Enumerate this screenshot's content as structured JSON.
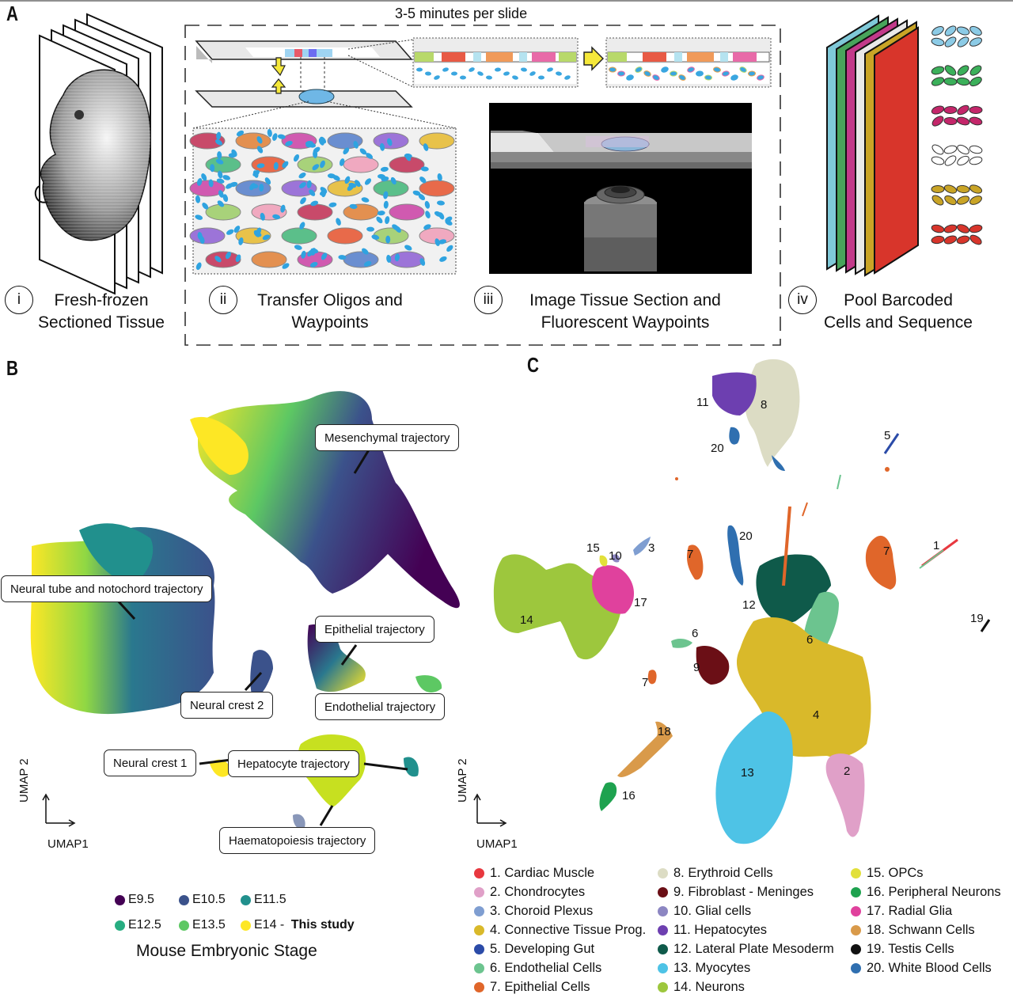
{
  "panels": {
    "a": "A",
    "b": "B",
    "c": "C"
  },
  "panel_a": {
    "header": "3-5 minutes per slide",
    "steps": [
      {
        "num": "i",
        "line1": "Fresh-frozen",
        "line2": "Sectioned Tissue"
      },
      {
        "num": "ii",
        "line1": "Transfer Oligos and",
        "line2": "Waypoints"
      },
      {
        "num": "iii",
        "line1": "Image Tissue Section and",
        "line2": "Fluorescent Waypoints"
      },
      {
        "num": "iv",
        "line1": "Pool Barcoded",
        "line2": "Cells and Sequence"
      }
    ]
  },
  "panel_b": {
    "callouts": [
      "Mesenchymal trajectory",
      "Neural tube and notochord trajectory",
      "Epithelial trajectory",
      "Neural crest 2",
      "Endothelial trajectory",
      "Neural crest 1",
      "Hepatocyte trajectory",
      "Haematopoiesis trajectory"
    ],
    "axis_y": "UMAP 2",
    "axis_x": "UMAP1",
    "legend": [
      {
        "label": "E9.5",
        "color": "#440154"
      },
      {
        "label": "E10.5",
        "color": "#3b528b"
      },
      {
        "label": "E11.5",
        "color": "#21908d"
      },
      {
        "label": "E12.5",
        "color": "#27ad81"
      },
      {
        "label": "E13.5",
        "color": "#5dc863"
      },
      {
        "label": "E14 - ",
        "bold": "This study",
        "color": "#fde725"
      }
    ],
    "legend_title": "Mouse Embryonic Stage"
  },
  "panel_c": {
    "axis_y": "UMAP 2",
    "axis_x": "UMAP1",
    "cluster_labels": [
      "1",
      "2",
      "3",
      "4",
      "5",
      "6",
      "6",
      "7",
      "7",
      "7",
      "8",
      "9",
      "10",
      "11",
      "12",
      "13",
      "14",
      "15",
      "16",
      "17",
      "18",
      "19",
      "20",
      "20"
    ],
    "legend": [
      {
        "label": "1. Cardiac Muscle",
        "color": "#e8383f"
      },
      {
        "label": "2. Chondrocytes",
        "color": "#e0a0c8"
      },
      {
        "label": "3. Choroid Plexus",
        "color": "#7f9ed1"
      },
      {
        "label": "4. Connective Tissue Prog.",
        "color": "#d9b92a"
      },
      {
        "label": "5. Developing Gut",
        "color": "#2b4ba8"
      },
      {
        "label": "6. Endothelial Cells",
        "color": "#6cc48f"
      },
      {
        "label": "7. Epithelial Cells",
        "color": "#e0662a"
      },
      {
        "label": "8. Erythroid Cells",
        "color": "#dcdcc4"
      },
      {
        "label": "9. Fibroblast - Meninges",
        "color": "#6b0f16"
      },
      {
        "label": "10. Glial cells",
        "color": "#8c86c2"
      },
      {
        "label": "11. Hepatocytes",
        "color": "#6d3fb0"
      },
      {
        "label": "12. Lateral Plate Mesoderm",
        "color": "#0f5a4a"
      },
      {
        "label": "13. Myocytes",
        "color": "#4ec3e6"
      },
      {
        "label": "14. Neurons",
        "color": "#9dc73d"
      },
      {
        "label": "15. OPCs",
        "color": "#e2e03a"
      },
      {
        "label": "16. Peripheral Neurons",
        "color": "#1ea24f"
      },
      {
        "label": "17. Radial Glia",
        "color": "#e0419d"
      },
      {
        "label": "18. Schwann Cells",
        "color": "#d99a4a"
      },
      {
        "label": "19. Testis Cells",
        "color": "#111111"
      },
      {
        "label": "20. White Blood Cells",
        "color": "#2f6fb0"
      }
    ]
  }
}
